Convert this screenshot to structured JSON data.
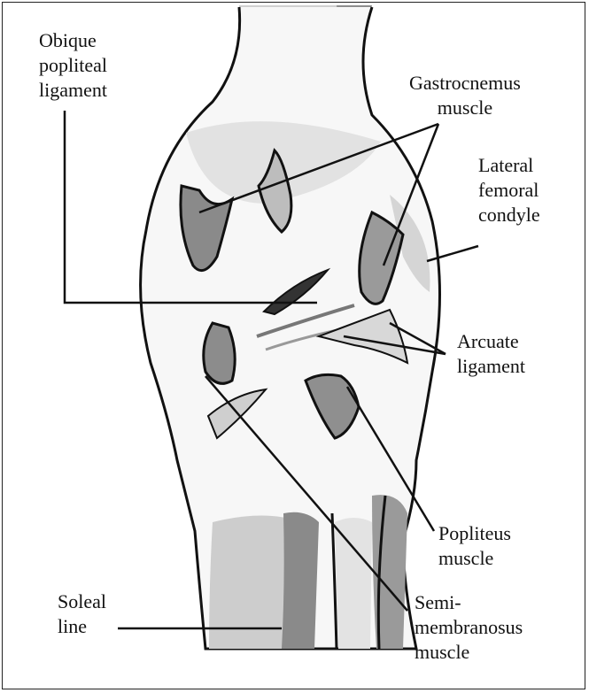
{
  "labels": {
    "oblique_popliteal": [
      "Obique",
      "popliteal",
      "ligament"
    ],
    "gastrocnemius": [
      "Gastrocnemus",
      "muscle"
    ],
    "lateral_femoral_condyle": [
      "Lateral",
      "femoral",
      "condyle"
    ],
    "arcuate": [
      "Arcuate",
      "ligament"
    ],
    "popliteus": [
      "Popliteus",
      "muscle"
    ],
    "soleal_line": [
      "Soleal",
      "line"
    ],
    "semimembranosus": [
      "Semi-",
      "membranosus",
      "muscle"
    ]
  },
  "colors": {
    "outline": "#111111",
    "shade_dark": "#7a7a7a",
    "shade_mid": "#b5b5b5",
    "shade_light": "#dcdcdc",
    "background": "#ffffff"
  }
}
